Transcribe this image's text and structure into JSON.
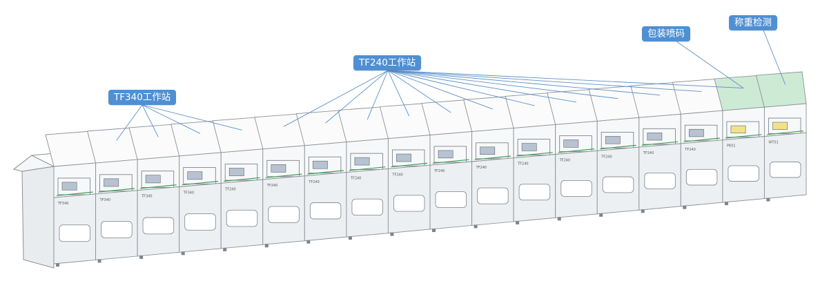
{
  "labels": {
    "tf340": "TF340工作站",
    "tf240": "TF240工作站",
    "packing": "包装喷码",
    "weighing": "称重检测"
  },
  "module_codes": [
    "TF340",
    "TF340",
    "TF340",
    "TF340",
    "TF240",
    "TF240",
    "TF240",
    "TF240",
    "TF240",
    "TF240",
    "TF240",
    "TF240",
    "TF240",
    "TF240",
    "TF240",
    "TF240",
    "PK01",
    "WT01"
  ],
  "colors": {
    "label_bg": "#4f8fd2",
    "leader_line": "#5a8fc9",
    "frame_stroke": "#8a8f96",
    "panel_fill": "#edf0f3",
    "green_panel": "#cdebd4",
    "yellow_part": "#f1e28a",
    "red_marker": "#e78686"
  }
}
